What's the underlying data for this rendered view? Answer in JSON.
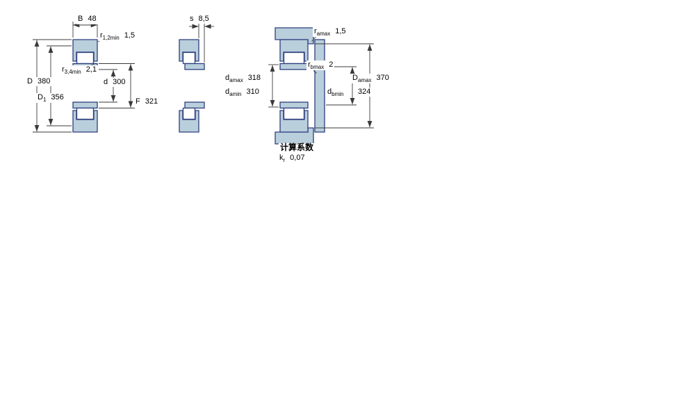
{
  "colors": {
    "part_fill": "#b9cfdc",
    "outline": "#2e3e7e",
    "dimension": "#3a3a3a"
  },
  "labels": {
    "B": {
      "base": "B",
      "value": "48"
    },
    "r12": {
      "base": "r",
      "sub": "1,2min",
      "value": "1,5"
    },
    "r34": {
      "base": "r",
      "sub": "3,4min",
      "value": "2,1"
    },
    "d": {
      "base": "d",
      "value": "300"
    },
    "D": {
      "base": "D",
      "value": "380"
    },
    "D1": {
      "base": "D",
      "sub": "1",
      "value": "356"
    },
    "F": {
      "base": "F",
      "value": "321"
    },
    "s": {
      "base": "s",
      "value": "8,5"
    },
    "ra": {
      "base": "r",
      "sub": "amax",
      "value": "1,5"
    },
    "rb": {
      "base": "r",
      "sub": "bmax",
      "value": "2"
    },
    "da_max": {
      "base": "d",
      "sub": "amax",
      "value": "318"
    },
    "da_min": {
      "base": "d",
      "sub": "amin",
      "value": "310"
    },
    "db_min": {
      "base": "d",
      "sub": "bmin"
    },
    "db_value": {
      "base": "324"
    },
    "Da_max": {
      "base": "D",
      "sub": "amax",
      "value": "370"
    },
    "calc_header": {
      "base": "计算系数"
    },
    "kr": {
      "base": "k",
      "sub": "r",
      "value": "0,07"
    }
  }
}
